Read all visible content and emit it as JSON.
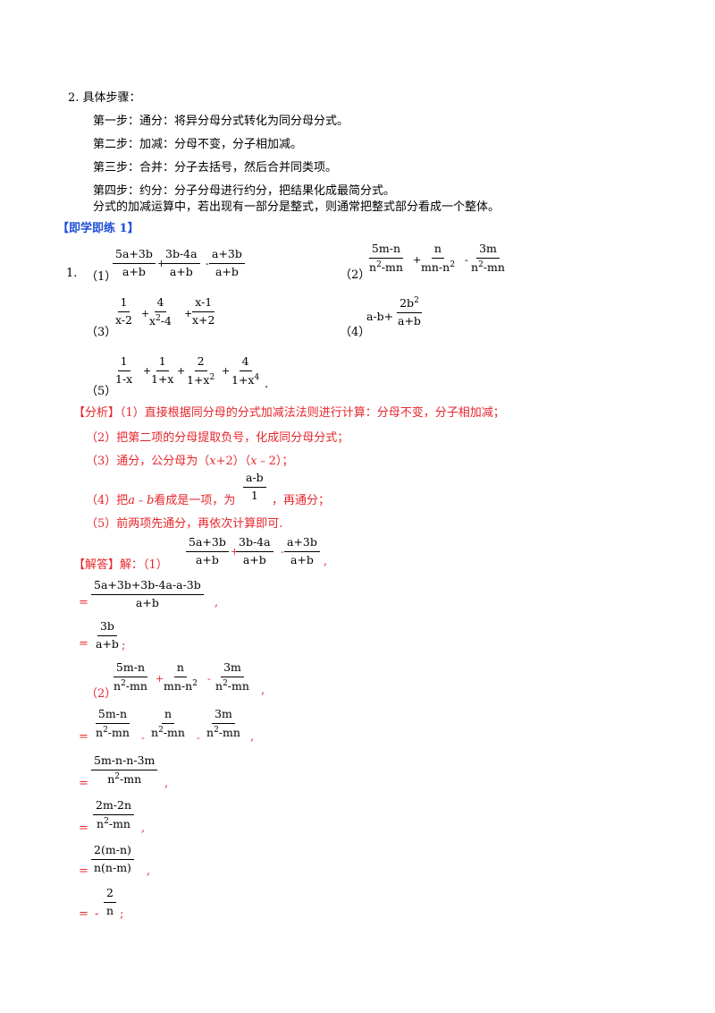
{
  "steps": {
    "heading": "2. 具体步骤：",
    "step1": "第一步：通分：将异分母分式转化为同分母分式。",
    "step2": "第二步：加减：分母不变，分子相加减。",
    "step3": "第三步：合并：分子去括号，然后合并同类项。",
    "step4": "第四步：约分：分子分母进行约分，把结果化成最简分式。",
    "note": "分式的加减运算中，若出现有一部分是整式，则通常把整式部分看成一个整体。"
  },
  "practice": {
    "title": "【即学即练 1】",
    "number": "1.",
    "p1_label": "（1）",
    "p2_label": "（2）",
    "p3_label": "（3）",
    "p4_label": "（4）",
    "p5_label": "（5）",
    "p4_prefix": "a-b+"
  },
  "analysis": {
    "tag": "【分析】",
    "line1": "（1）直接根据同分母的分式加减法法则进行计算：分母不变，分子相加减；",
    "line2": "（2）把第二项的分母提取负号，化成同分母分式；",
    "line3_a": "（3）通分，公分母为（",
    "line3_b": "x",
    "line3_c": "+2）（",
    "line3_d": "x",
    "line3_e": "﹣2）；",
    "line4_a": "（4）把",
    "line4_b": "a",
    "line4_c": "﹣",
    "line4_d": "b",
    "line4_e": "看成是一项，为",
    "line4_f": "，再通分；",
    "line5": "（5）前两项先通分，再依次计算即可."
  },
  "solution": {
    "tag": "【解答】",
    "intro": "解：（1）",
    "p2_label": "（2）"
  }
}
